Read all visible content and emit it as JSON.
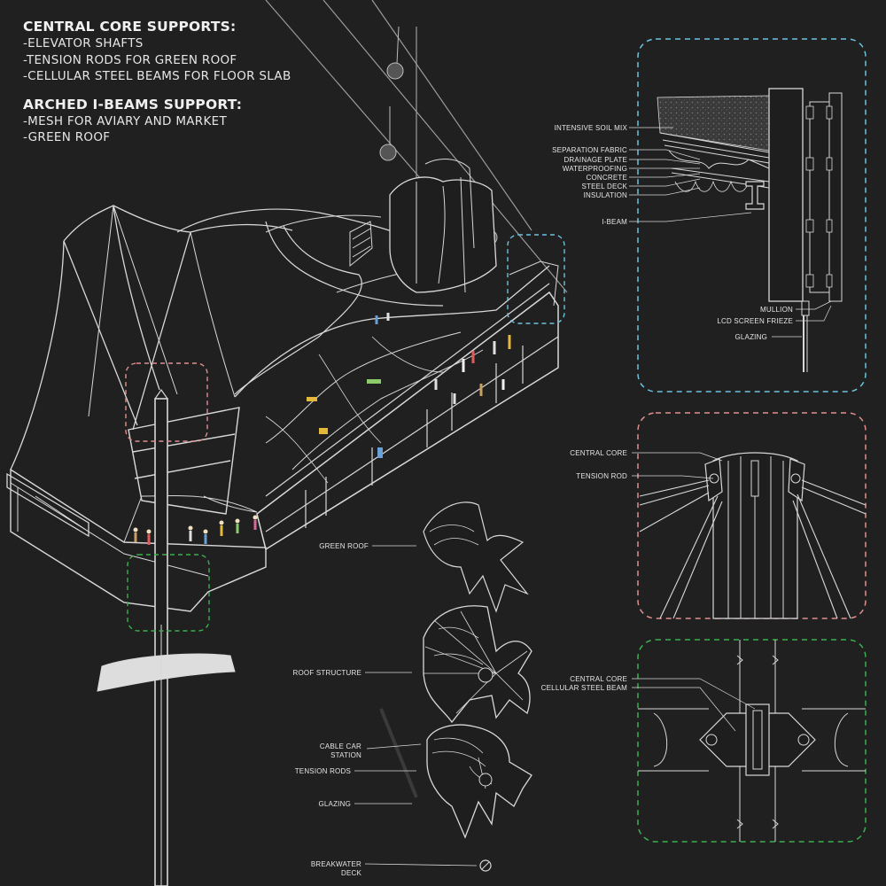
{
  "colors": {
    "background": "#202020",
    "linework": "#d8d8d8",
    "detail_blue": "#6ec3df",
    "detail_red": "#e08f8f",
    "detail_green": "#3bb04f"
  },
  "notes": {
    "core_heading": "CENTRAL CORE SUPPORTS:",
    "core_items": [
      "-ELEVATOR SHAFTS",
      "-TENSION RODS FOR GREEN ROOF",
      "-CELLULAR STEEL BEAMS FOR FLOOR SLAB"
    ],
    "arch_heading": "ARCHED I-BEAMS SUPPORT:",
    "arch_items": [
      "-MESH FOR AVIARY AND MARKET",
      "-GREEN ROOF"
    ]
  },
  "detail_roof": {
    "labels": [
      "INTENSIVE SOIL MIX",
      "SEPARATION FABRIC",
      "DRAINAGE PLATE",
      "WATERPROOFING",
      "CONCRETE",
      "STEEL DECK",
      "INSULATION",
      "I-BEAM",
      "MULLION",
      "LCD SCREEN FRIEZE",
      "GLAZING"
    ]
  },
  "detail_core": {
    "labels": [
      "CENTRAL CORE",
      "TENSION ROD"
    ]
  },
  "detail_slab": {
    "labels": [
      "CENTRAL CORE",
      "CELLULAR STEEL BEAM"
    ]
  },
  "exploded": {
    "green_roof": "GREEN ROOF",
    "roof_structure": "ROOF STRUCTURE",
    "cable_car_line1": "CABLE CAR",
    "cable_car_line2": "STATION",
    "tension_rods": "TENSION RODS",
    "glazing": "GLAZING",
    "breakwater_line1": "BREAKWATER",
    "breakwater_line2": "DECK"
  }
}
